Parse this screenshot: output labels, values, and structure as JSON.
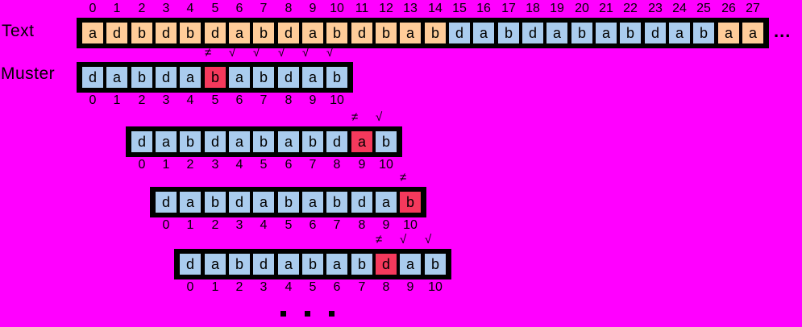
{
  "labels": {
    "text": "Text",
    "muster": "Muster",
    "after_text_ellipsis": "..."
  },
  "colors": {
    "background": "#FF00FF",
    "text_cell": "#FFCC99",
    "pattern_cell": "#AACCEE",
    "mismatch_cell": "#F5395C",
    "frame": "#000000"
  },
  "symbols": {
    "mismatch": "≠",
    "match": "√"
  },
  "text_row": {
    "indices": [
      0,
      1,
      2,
      3,
      4,
      5,
      6,
      7,
      8,
      9,
      10,
      11,
      12,
      13,
      14,
      15,
      16,
      17,
      18,
      19,
      20,
      21,
      22,
      23,
      24,
      25,
      26,
      27
    ],
    "letters": [
      "a",
      "d",
      "b",
      "d",
      "b",
      "d",
      "a",
      "b",
      "d",
      "a",
      "b",
      "d",
      "b",
      "a",
      "b",
      "d",
      "a",
      "b",
      "d",
      "a",
      "b",
      "a",
      "b",
      "d",
      "a",
      "b",
      "a",
      "a"
    ],
    "match_start": 15,
    "match_end": 25
  },
  "pattern": {
    "letters": [
      "d",
      "a",
      "b",
      "d",
      "a",
      "b",
      "a",
      "b",
      "d",
      "a",
      "b"
    ],
    "indices": [
      0,
      1,
      2,
      3,
      4,
      5,
      6,
      7,
      8,
      9,
      10
    ]
  },
  "comparisons": [
    {
      "shift": 0,
      "mismatch_index": 5,
      "marks": [
        {
          "index": 5,
          "type": "mismatch"
        },
        {
          "index": 6,
          "type": "match"
        },
        {
          "index": 7,
          "type": "match"
        },
        {
          "index": 8,
          "type": "match"
        },
        {
          "index": 9,
          "type": "match"
        },
        {
          "index": 10,
          "type": "match"
        }
      ]
    },
    {
      "shift": 2,
      "mismatch_index": 9,
      "marks": [
        {
          "index": 9,
          "type": "mismatch"
        },
        {
          "index": 10,
          "type": "match"
        }
      ]
    },
    {
      "shift": 3,
      "mismatch_index": 10,
      "marks": [
        {
          "index": 10,
          "type": "mismatch"
        }
      ]
    },
    {
      "shift": 4,
      "mismatch_index": 8,
      "marks": [
        {
          "index": 8,
          "type": "mismatch"
        },
        {
          "index": 9,
          "type": "match"
        },
        {
          "index": 10,
          "type": "match"
        }
      ]
    }
  ],
  "bottom_ellipsis_dots": 3
}
